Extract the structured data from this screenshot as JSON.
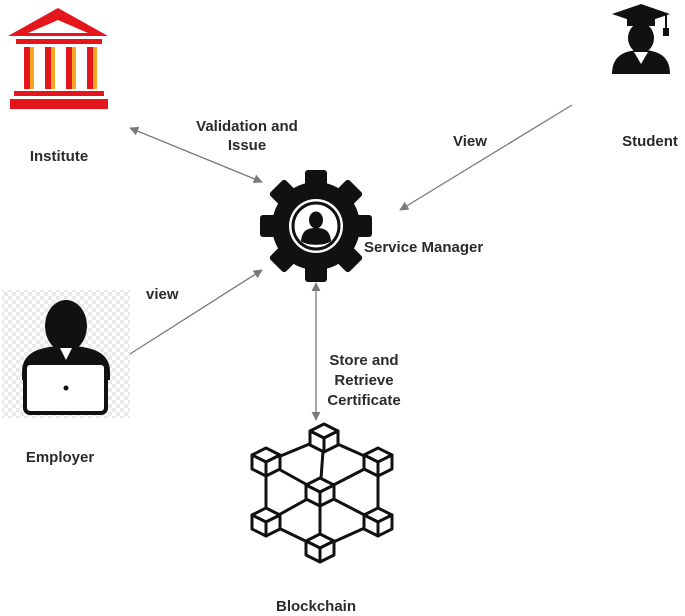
{
  "nodes": {
    "institute": {
      "label": "Institute",
      "icon": "institute-building-icon"
    },
    "student": {
      "label": "Student",
      "icon": "graduate-student-icon"
    },
    "employer": {
      "label": "Employer",
      "icon": "employer-laptop-icon"
    },
    "service_manager": {
      "label": "Service Manager",
      "icon": "gear-person-icon"
    },
    "blockchain": {
      "label": "Blockchain",
      "icon": "blockchain-cubes-icon"
    }
  },
  "edges": {
    "institute_service": {
      "label_line1": "Validation and",
      "label_line2": "Issue"
    },
    "student_service": {
      "label": "View"
    },
    "employer_service": {
      "label": "view"
    },
    "service_blockchain": {
      "label_line1": "Store and",
      "label_line2": "Retrieve",
      "label_line3": "Certificate"
    }
  },
  "colors": {
    "institute_accent": "#e4151b",
    "institute_pillar": "#f6a623",
    "icon_dark": "#111111",
    "arrow": "#7a7a7a",
    "text": "#2b2b2b"
  }
}
